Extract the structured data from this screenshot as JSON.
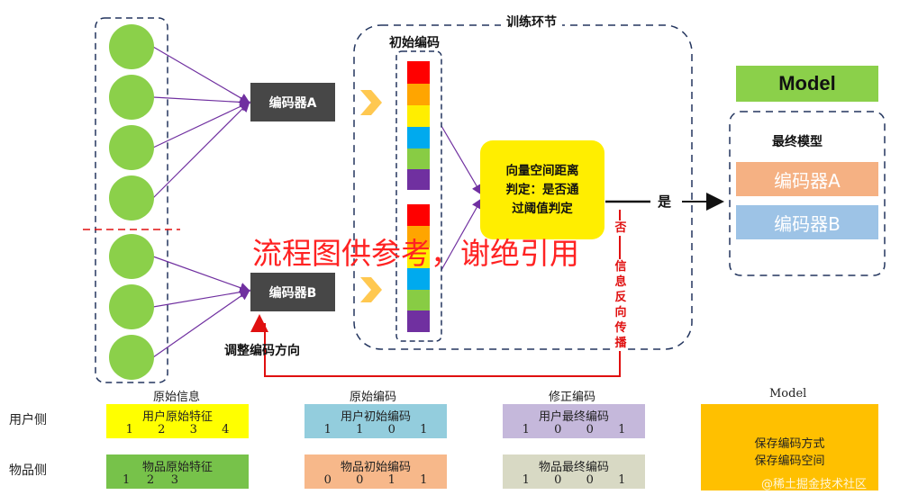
{
  "diagram": {
    "training_label": "训练环节",
    "initial_encoding_label": "初始编码",
    "encoder_a": "编码器A",
    "encoder_b": "编码器B",
    "decision_lines": [
      "向量空间距离",
      "判定：是否通",
      "过阈值判定"
    ],
    "yes_label": "是",
    "no_label": "否",
    "backprop_label": "信息反向传播",
    "adjust_label": "调整编码方向",
    "watermark": "流程图供参考，谢绝引用",
    "model_title": "Model",
    "final_model_label": "最终模型",
    "final_encoder_a": "编码器A",
    "final_encoder_b": "编码器B",
    "bar_colors": [
      "#ff0000",
      "#ffa500",
      "#ffee00",
      "#00aaee",
      "#88cc44",
      "#7030a0"
    ]
  },
  "table": {
    "col_headers": [
      "原始信息",
      "原始编码",
      "修正编码",
      "Model"
    ],
    "row_labels": [
      "用户侧",
      "物品侧"
    ],
    "user_raw": {
      "title": "用户原始特征",
      "values": [
        "1",
        "2",
        "3",
        "4"
      ]
    },
    "user_init": {
      "title": "用户初始编码",
      "values": [
        "1",
        "1",
        "0",
        "1"
      ]
    },
    "user_final": {
      "title": "用户最终编码",
      "values": [
        "1",
        "0",
        "0",
        "1"
      ]
    },
    "item_raw": {
      "title": "物品原始特征",
      "values": [
        "1",
        "2",
        "3"
      ]
    },
    "item_init": {
      "title": "物品初始编码",
      "values": [
        "0",
        "0",
        "1",
        "1"
      ]
    },
    "item_final": {
      "title": "物品最终编码",
      "values": [
        "1",
        "0",
        "0",
        "1"
      ]
    },
    "model_lines": [
      "保存编码方式",
      "保存编码空间"
    ],
    "credit": "@稀土掘金技术社区"
  }
}
